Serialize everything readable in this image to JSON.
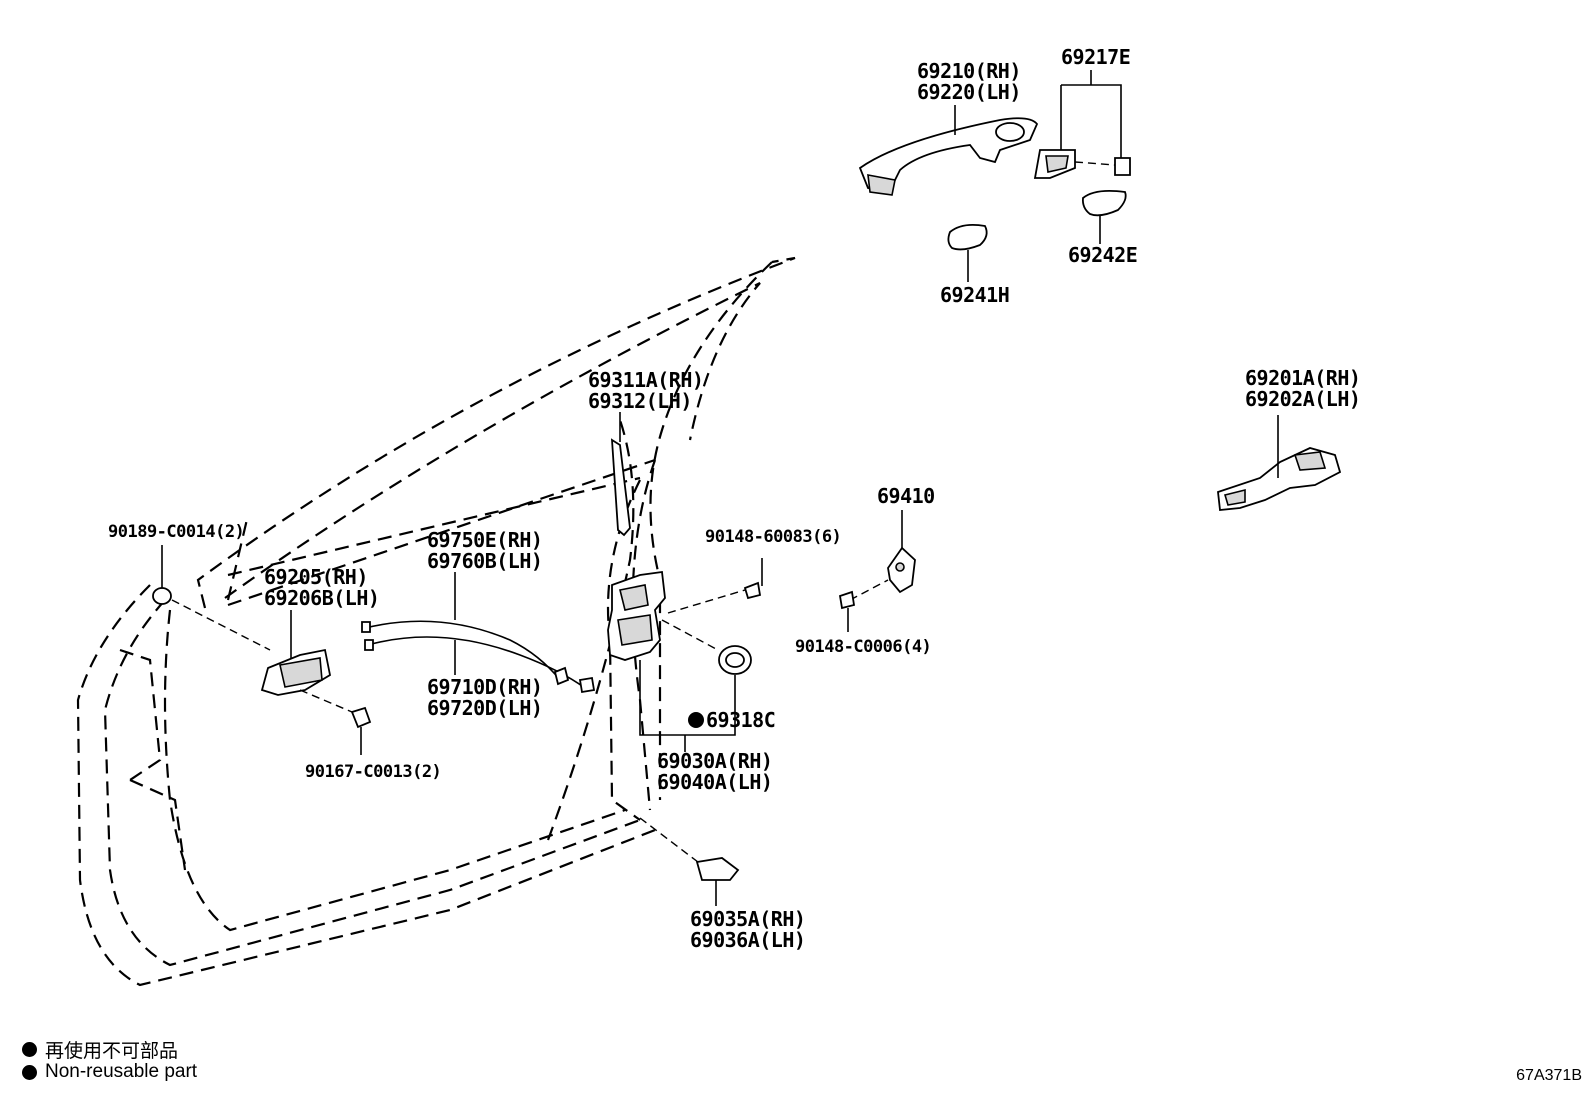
{
  "labels": {
    "p69210": "69210(RH)",
    "p69220": "69220(LH)",
    "p69217E": "69217E",
    "p69242E": "69242E",
    "p69241H": "69241H",
    "p69201A": "69201A(RH)",
    "p69202A": "69202A(LH)",
    "p69311A": "69311A(RH)",
    "p69312": "69312(LH)",
    "p69410": "69410",
    "p90148_60083": "90148-60083(6)",
    "p90148_C0006": "90148-C0006(4)",
    "p90189": "90189-C0014(2)",
    "p69205": "69205(RH)",
    "p69206B": "69206B(LH)",
    "p69750E": "69750E(RH)",
    "p69760B": "69760B(LH)",
    "p69710D": "69710D(RH)",
    "p69720D": "69720D(LH)",
    "p69318C": "69318C",
    "p69030A": "69030A(RH)",
    "p69040A": "69040A(LH)",
    "p90167": "90167-C0013(2)",
    "p69035A": "69035A(RH)",
    "p69036A": "69036A(LH)"
  },
  "legend": {
    "ja": "再使用不可部品",
    "en": "Non-reusable part"
  },
  "diagram_code": "67A371B"
}
